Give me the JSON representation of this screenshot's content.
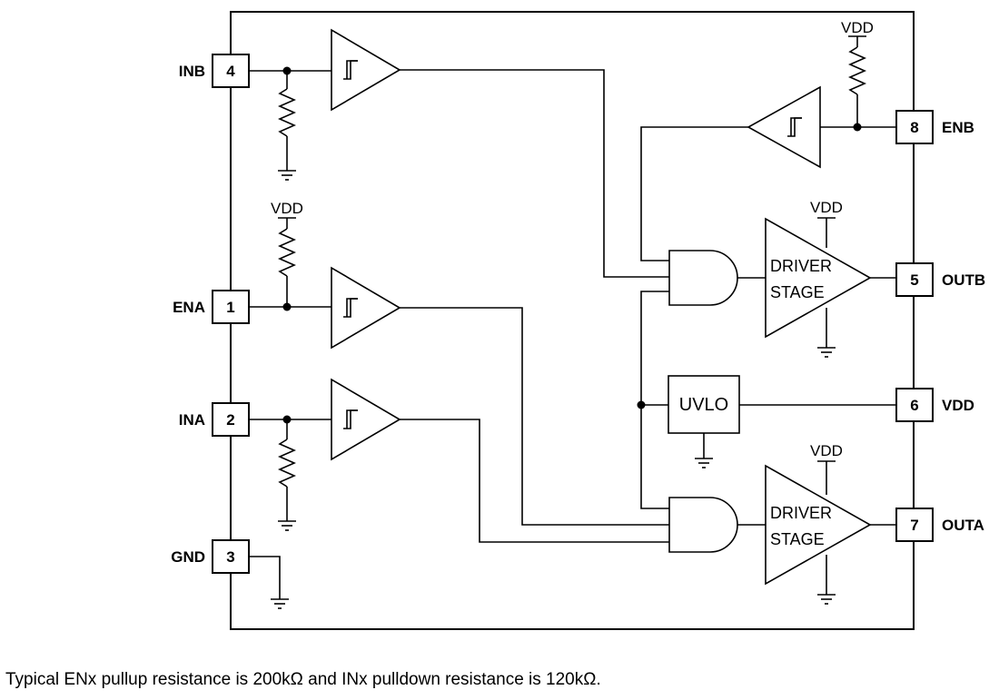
{
  "pins": [
    {
      "number": "4",
      "name": "INB"
    },
    {
      "number": "1",
      "name": "ENA"
    },
    {
      "number": "2",
      "name": "INA"
    },
    {
      "number": "3",
      "name": "GND"
    },
    {
      "number": "8",
      "name": "ENB"
    },
    {
      "number": "5",
      "name": "OUTB"
    },
    {
      "number": "6",
      "name": "VDD"
    },
    {
      "number": "7",
      "name": "OUTA"
    }
  ],
  "supply_label": "VDD",
  "blocks": {
    "driver_line1": "DRIVER",
    "driver_line2": "STAGE",
    "uvlo": "UVLO"
  },
  "caption": "Typical ENx pullup resistance is 200kΩ and INx pulldown resistance is 120kΩ."
}
